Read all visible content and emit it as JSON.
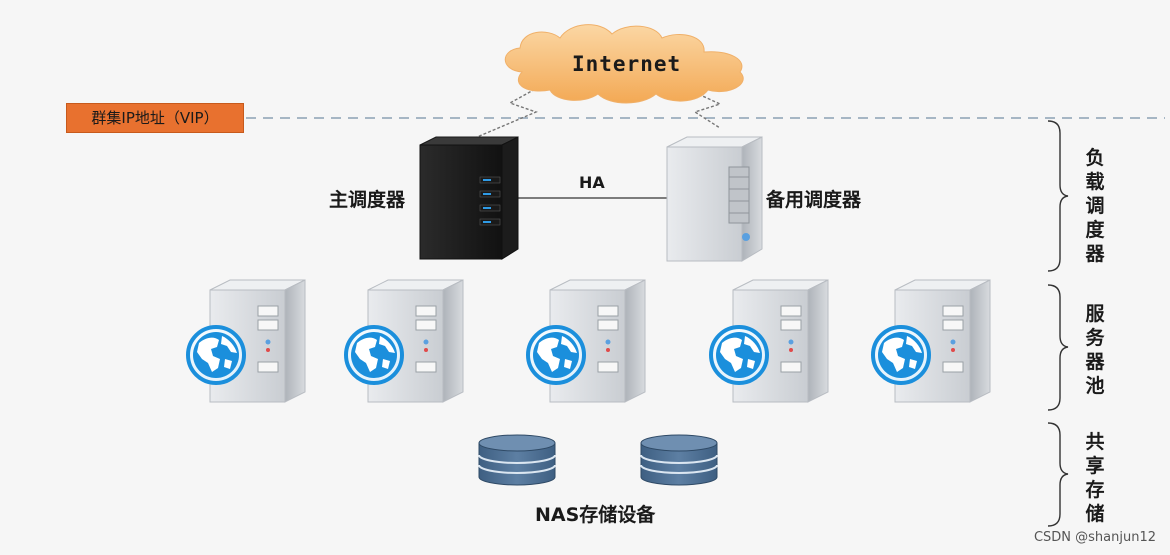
{
  "internet_label": "Internet",
  "vip_label": "群集IP地址（VIP）",
  "primary_label": "主调度器",
  "backup_label": "备用调度器",
  "ha_label": "HA",
  "groups": {
    "load_balancer": "负\n载\n调\n度\n器",
    "server_pool": "服\n务\n器\n池",
    "shared_storage": "共\n享\n存\n储"
  },
  "storage_label": "NAS存储设备",
  "watermark": "CSDN @shanjun12",
  "colors": {
    "vip_fill": "#e8712f",
    "cloud_fill": "#f8c27d",
    "storage_fill": "#4d6d8f",
    "globe_blue": "#1b8fdc"
  }
}
